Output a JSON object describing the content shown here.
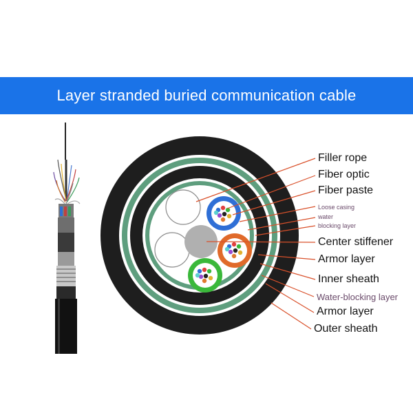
{
  "banner": {
    "title": "Layer stranded buried communication cable"
  },
  "labels": {
    "filler_rope": "Filler rope",
    "fiber_optic": "Fiber optic",
    "fiber_paste": "Fiber paste",
    "loose_casing": "Loose casing",
    "water": "water",
    "blocking_layer": "blocking layer",
    "center_stiffener": "Center stiffener",
    "armor_layer_1": "Armor layer",
    "inner_sheath": "Inner sheath",
    "water_blocking_layer": "Water-blocking layer",
    "armor_layer_2": "Armor layer",
    "outer_sheath": "Outer sheath"
  },
  "colors": {
    "banner": "#1a73e8",
    "leader_line": "#d9502a",
    "green_band": "#5e9e7e",
    "outer_black": "#1e1e1e",
    "tube_blue": "#2f6fd6",
    "tube_orange": "#e06a2a",
    "tube_green": "#3ab83a",
    "center_gray": "#b0b0b0"
  }
}
